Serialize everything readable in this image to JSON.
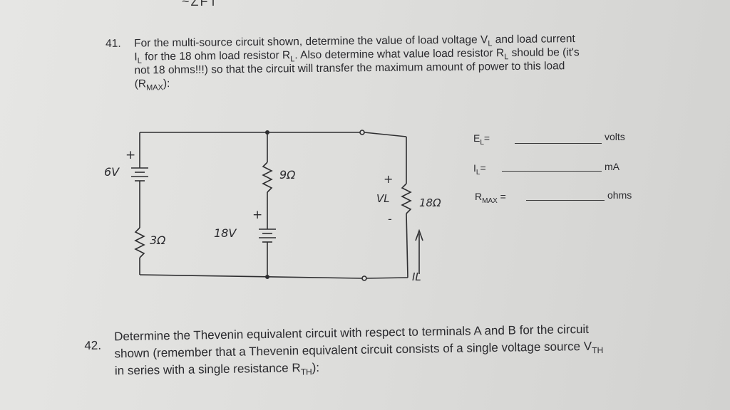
{
  "page_top_mark": "~ZFT",
  "q41": {
    "number": "41.",
    "line1": "For the multi-source circuit shown, determine the value of load voltage V",
    "line1_sub": "L",
    "line1_tail": " and load current",
    "line2_pre": "I",
    "line2_sub": "L",
    "line2": " for the 18 ohm load resistor R",
    "line2_sub2": "L",
    "line2_tail": ". Also determine what value load resistor R",
    "line2_sub3": "L",
    "line2_end": " should be (it's",
    "line3": "not 18 ohms!!!) so that the circuit will transfer the maximum amount of power to this load",
    "line4": "(R",
    "line4_sub": "MAX",
    "line4_tail": "):"
  },
  "answers": [
    {
      "label": "E",
      "sub": "L",
      "eq": "=",
      "unit": "volts"
    },
    {
      "label": "I",
      "sub": "L",
      "eq": "=",
      "unit": "mA"
    },
    {
      "label": "R",
      "sub": "MAX",
      "eq": " =",
      "unit": "ohms"
    }
  ],
  "circuit": {
    "source1_plus": "+",
    "source1_label": "6V",
    "res_top_label": "9Ω",
    "res_left_label": "3Ω",
    "source2_plus": "+",
    "source2_label": "18V",
    "load_plus": "+",
    "load_minus": "-",
    "load_v_label": "VL",
    "load_r_label": "18Ω",
    "current_label": "IL"
  },
  "q42": {
    "number": "42.",
    "line1": "Determine the Thevenin equivalent circuit with respect to terminals A and B for the circuit",
    "line2": "shown (remember that a Thevenin equivalent circuit consists of a single voltage source V",
    "line2_sub": "TH",
    "line3": "in series with a single resistance R",
    "line3_sub": "TH",
    "line3_tail": "):"
  }
}
